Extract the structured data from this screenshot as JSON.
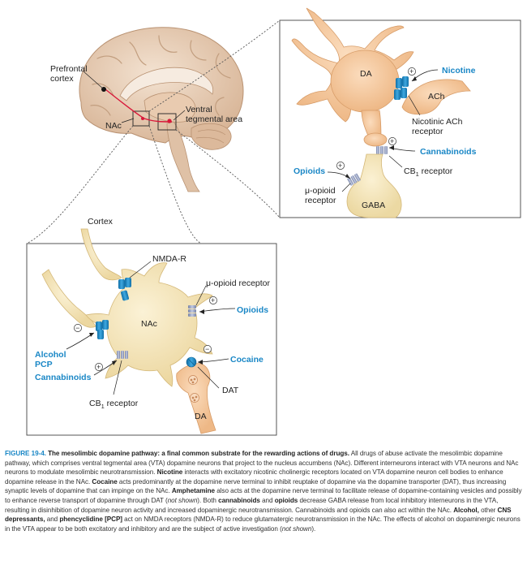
{
  "diagram": {
    "brain": {
      "prefrontal_label": "Prefrontal cortex",
      "prefrontal_line1": "Prefrontal",
      "prefrontal_line2": "cortex",
      "vta_line1": "Ventral",
      "vta_line2": "tegmental area",
      "nac_label": "NAc"
    },
    "vta_panel": {
      "da_label": "DA",
      "ach_label": "ACh",
      "gaba_label": "GABA",
      "nicotine": "Nicotine",
      "nicotinic_line1": "Nicotinic ACh",
      "nicotinic_line2": "receptor",
      "cannabinoids": "Cannabinoids",
      "cb1_receptor": "CB",
      "cb1_sub": "1",
      "cb1_suffix": " receptor",
      "opioids": "Opioids",
      "mu_line1": "μ-opioid",
      "mu_line2": "receptor",
      "plus": "+"
    },
    "nac_panel": {
      "cortex_label": "Cortex",
      "nmda_label": "NMDA-R",
      "mu_receptor": "μ-opioid receptor",
      "nac_label": "NAc",
      "opioids": "Opioids",
      "alcohol": "Alcohol",
      "pcp": "PCP",
      "cannabinoids": "Cannabinoids",
      "cb1_receptor": "CB",
      "cb1_sub": "1",
      "cb1_suffix": " receptor",
      "cocaine": "Cocaine",
      "dat_label": "DAT",
      "da_label": "DA",
      "plus": "+",
      "minus": "−"
    }
  },
  "caption": {
    "figure_number": "FIGURE 19-4.",
    "title": "The mesolimbic dopamine pathway: a final common substrate for the rewarding actions of drugs.",
    "s1": " All drugs of abuse activate the mesolimbic dopamine pathway, which comprises ventral tegmental area (VTA) dopamine neurons that project to the nucleus accumbens (NAc). Different interneurons interact with VTA neurons and NAc neurons to modulate mesolimbic neurotransmission. ",
    "b_nicotine": "Nicotine",
    "s2": " interacts with excitatory nicotinic cholinergic receptors located on VTA dopamine neuron cell bodies to enhance dopamine release in the NAc. ",
    "b_cocaine": "Cocaine",
    "s3": " acts predominantly at the dopamine nerve terminal to inhibit reuptake of dopamine via the dopamine transporter (DAT), thus increasing synaptic levels of dopamine that can impinge on the NAc. ",
    "b_amphetamine": "Amphetamine",
    "s4": " also acts at the dopamine nerve terminal to facilitate release of dopamine-containing vesicles and possibly to enhance reverse transport of dopamine through DAT (",
    "i_not_shown1": "not shown",
    "s5": "). Both ",
    "b_cannabinoids": "cannabinoids",
    "s6": " and ",
    "b_opioids": "opioids",
    "s7": " decrease GABA release from local inhibitory interneurons in the VTA, resulting in disinhibition of dopamine neuron activity and increased dopaminergic neurotransmission. Cannabinoids and opioids can also act within the NAc. ",
    "b_alcohol": "Alcohol,",
    "s8": " other ",
    "b_cns": "CNS depressants,",
    "s9": " and ",
    "b_pcp": "phencyclidine [PCP]",
    "s10": " act on NMDA receptors (NMDA-R) to reduce glutamatergic neurotransmission in the NAc. The effects of alcohol on dopaminergic neurons in the VTA appear to be both excitatory and inhibitory and are the subject of active investigation (",
    "i_not_shown2": "not shown",
    "s11": ")."
  },
  "colors": {
    "neuron": "#f4c9a0",
    "neuron_dark": "#e0a574",
    "gaba_neuron": "#f3e5b9",
    "nac_neuron": "#f3e3b7",
    "receptor_blue": "#1a87c6",
    "drug_text": "#1a87c6",
    "receptor_grey": "#8f9cbf",
    "brain": "#e7cfb8",
    "brain_dark": "#c9a888",
    "pathway_red": "#d8193a"
  }
}
